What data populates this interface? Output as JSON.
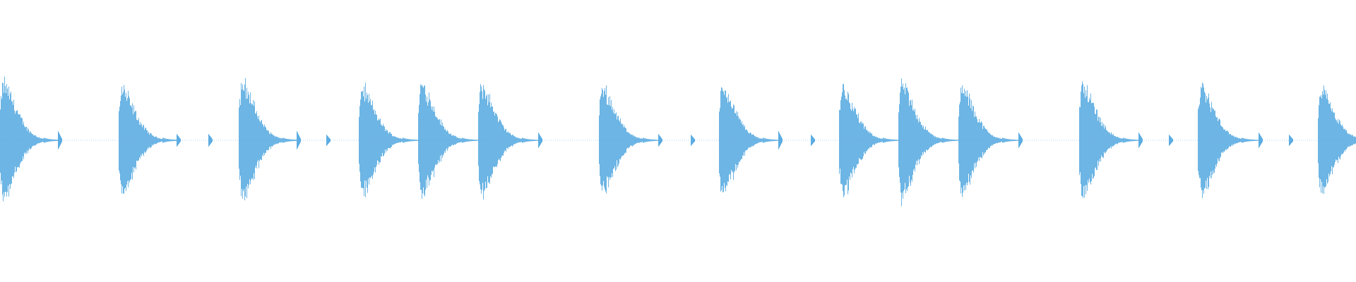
{
  "waveform": {
    "color": "#5dade2",
    "background": "#ffffff",
    "events": [
      {
        "kind": "burst",
        "level": 0.98
      },
      {
        "kind": "tick",
        "level": 0.12
      },
      {
        "kind": "burst",
        "level": 0.88
      },
      {
        "kind": "tick",
        "level": 0.08
      },
      {
        "kind": "tick",
        "level": 0.08
      },
      {
        "kind": "burst",
        "level": 1.0
      },
      {
        "kind": "tick",
        "level": 0.12
      },
      {
        "kind": "tick",
        "level": 0.07
      },
      {
        "kind": "burst",
        "level": 0.9
      },
      {
        "kind": "burst",
        "level": 0.97
      },
      {
        "kind": "burst",
        "level": 0.93
      },
      {
        "kind": "tick",
        "level": 0.1
      },
      {
        "kind": "burst",
        "level": 0.91
      },
      {
        "kind": "tick",
        "level": 0.08
      },
      {
        "kind": "tick",
        "level": 0.07
      },
      {
        "kind": "burst",
        "level": 0.93
      },
      {
        "kind": "tick",
        "level": 0.12
      },
      {
        "kind": "tick",
        "level": 0.07
      },
      {
        "kind": "burst",
        "level": 0.92
      },
      {
        "kind": "burst",
        "level": 0.96
      },
      {
        "kind": "burst",
        "level": 0.91
      },
      {
        "kind": "tick",
        "level": 0.1
      },
      {
        "kind": "burst",
        "level": 0.96
      },
      {
        "kind": "tick",
        "level": 0.1
      },
      {
        "kind": "tick",
        "level": 0.07
      },
      {
        "kind": "burst",
        "level": 0.92
      },
      {
        "kind": "tick",
        "level": 0.1
      },
      {
        "kind": "tick",
        "level": 0.07
      },
      {
        "kind": "burst",
        "level": 0.85
      }
    ]
  }
}
